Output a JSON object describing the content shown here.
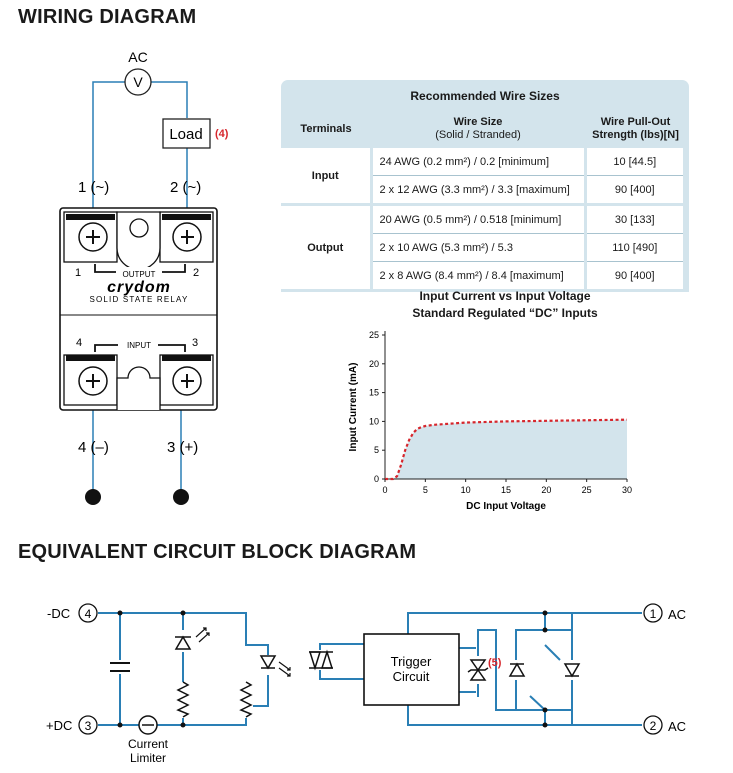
{
  "headings": {
    "wiring": "WIRING DIAGRAM",
    "equivalent": "EQUIVALENT CIRCUIT BLOCK DIAGRAM"
  },
  "wiring": {
    "ac_label": "AC",
    "meter_symbol": "V",
    "load_label": "Load",
    "load_note": "(4)",
    "term1_label": "1 (~)",
    "term2_label": "2 (~)",
    "term4_label": "4 (–)",
    "term3_label": "3 (+)",
    "relay_num_1": "1",
    "relay_num_2": "2",
    "relay_num_3": "3",
    "relay_num_4": "4",
    "relay_output": "OUTPUT",
    "relay_input": "INPUT",
    "relay_brand": "crydom",
    "relay_type": "SOLID STATE RELAY"
  },
  "wire_table": {
    "title": "Recommended Wire Sizes",
    "col_terminals": "Terminals",
    "col_size_1": "Wire Size",
    "col_size_2": "(Solid / Stranded)",
    "col_strength_1": "Wire Pull-Out",
    "col_strength_2": "Strength (lbs)[N]",
    "groups": [
      {
        "terminal": "Input",
        "rows": [
          {
            "size": "24 AWG (0.2 mm²) / 0.2  [minimum]",
            "strength": "10 [44.5]"
          },
          {
            "size": "2 x 12 AWG (3.3 mm²) / 3.3  [maximum]",
            "strength": "90 [400]"
          }
        ]
      },
      {
        "terminal": "Output",
        "rows": [
          {
            "size": "20 AWG (0.5 mm²) / 0.518  [minimum]",
            "strength": "30 [133]"
          },
          {
            "size": "2 x 10 AWG (5.3 mm²) / 5.3",
            "strength": "110 [490]"
          },
          {
            "size": "2 x 8 AWG (8.4 mm²) / 8.4  [maximum]",
            "strength": "90 [400]"
          }
        ]
      }
    ]
  },
  "chart_data": {
    "type": "area",
    "title": "Input Current vs Input Voltage",
    "subtitle": "Standard Regulated “DC” Inputs",
    "xlabel": "DC Input Voltage",
    "ylabel": "Input Current (mA)",
    "xlim": [
      0,
      30
    ],
    "ylim": [
      0,
      25
    ],
    "xticks": [
      0,
      5,
      10,
      15,
      20,
      25,
      30
    ],
    "yticks": [
      0,
      5,
      10,
      15,
      20,
      25
    ],
    "grid": false,
    "series": [
      {
        "x": [
          0,
          1,
          1.5,
          2,
          2.5,
          3,
          3.5,
          4,
          4.5,
          5,
          6,
          8,
          10,
          15,
          20,
          25,
          30
        ],
        "y": [
          0,
          0,
          0.5,
          2.5,
          5,
          6.8,
          8,
          8.7,
          9,
          9.2,
          9.4,
          9.6,
          9.8,
          10,
          10.1,
          10.2,
          10.3
        ]
      }
    ],
    "line_color": "#d6262c",
    "fill_color": "#d3e4ec"
  },
  "circuit": {
    "neg_dc_label": "-DC",
    "neg_dc_num": "4",
    "pos_dc_label": "+DC",
    "pos_dc_num": "3",
    "ac1_num": "1",
    "ac1_label": "AC",
    "ac2_num": "2",
    "ac2_label": "AC",
    "limiter_1": "Current",
    "limiter_2": "Limiter",
    "trigger_1": "Trigger",
    "trigger_2": "Circuit",
    "note5": "(5)"
  },
  "colors": {
    "wire": "#2a7fb5",
    "accent_red": "#d6262c",
    "panel": "#d3e4ec"
  }
}
